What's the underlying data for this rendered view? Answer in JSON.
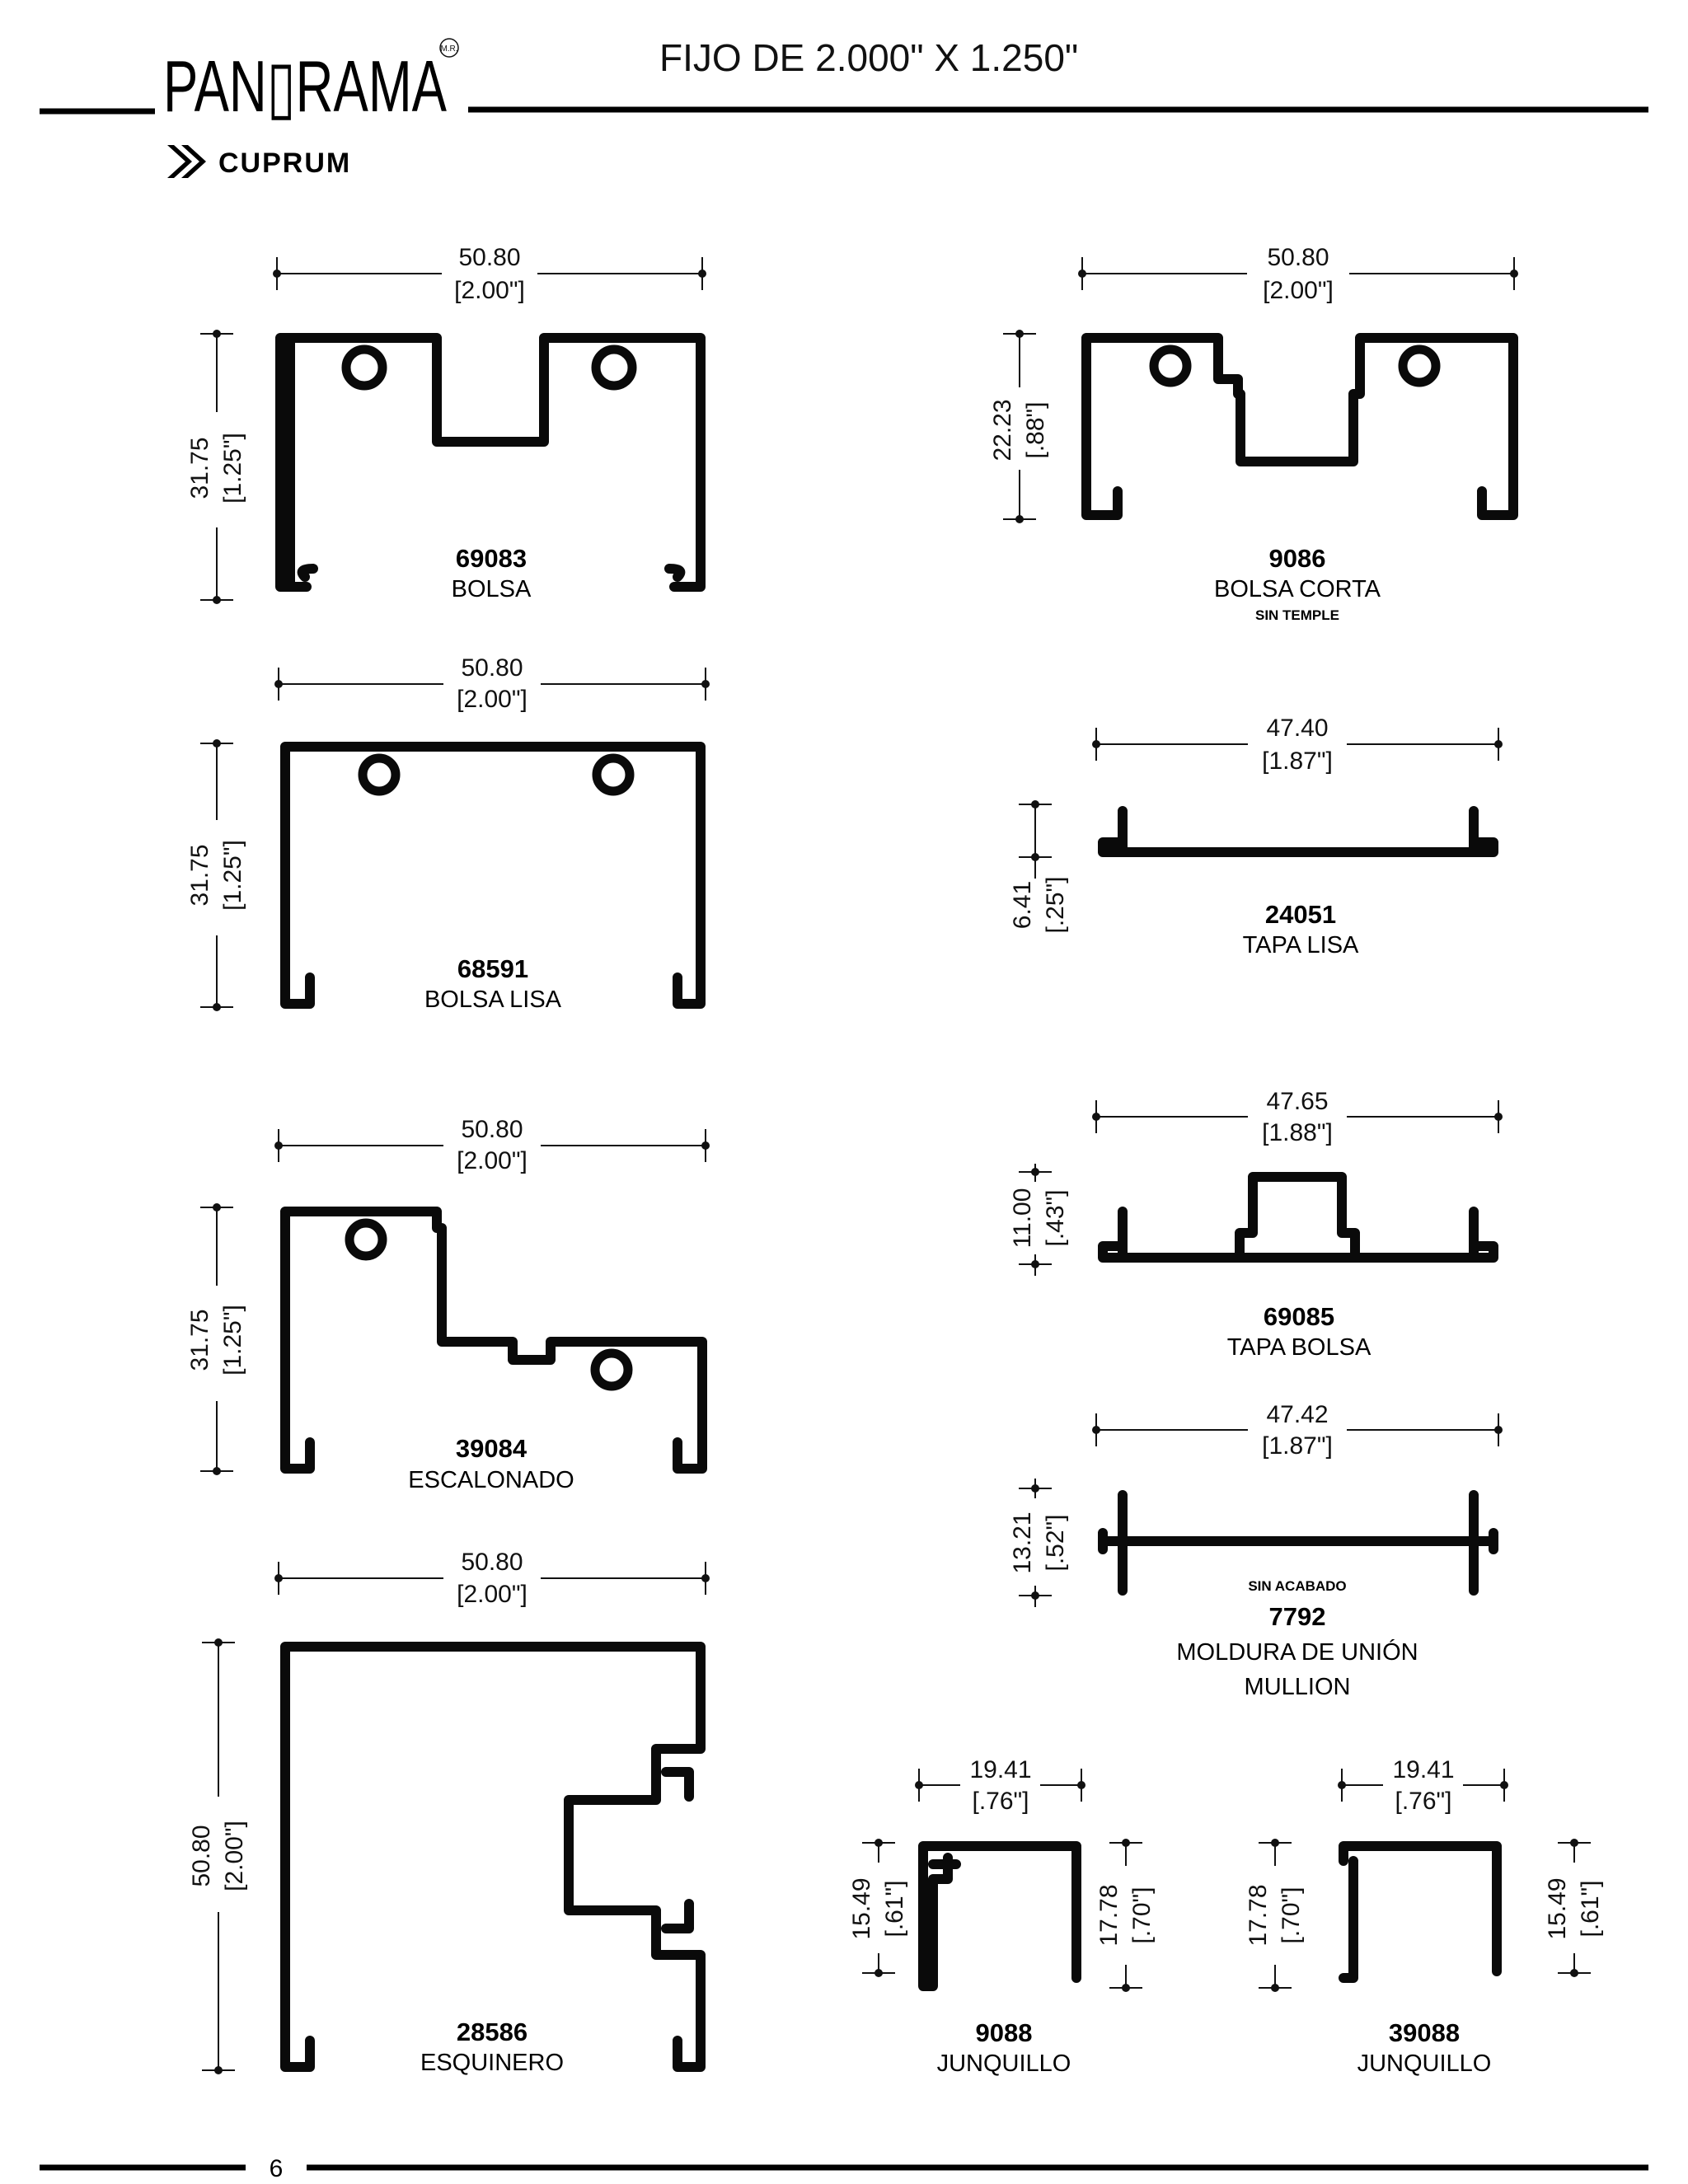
{
  "header": {
    "brand": "PAN▯RAMA",
    "brand_mark": "M.R.",
    "title": "FIJO DE 2.000\" X 1.250\"",
    "logo_text": "CUPRUM"
  },
  "profiles": [
    {
      "code": "69083",
      "name": "BOLSA",
      "width": "50.80",
      "width_in": "[2.00\"]",
      "height": "31.75",
      "height_in": "[1.25\"]"
    },
    {
      "code": "9086",
      "name": "BOLSA CORTA",
      "note": "SIN TEMPLE",
      "width": "50.80",
      "width_in": "[2.00\"]",
      "height": "22.23",
      "height_in": "[.88\"]"
    },
    {
      "code": "68591",
      "name": "BOLSA LISA",
      "width": "50.80",
      "width_in": "[2.00\"]",
      "height": "31.75",
      "height_in": "[1.25\"]"
    },
    {
      "code": "24051",
      "name": "TAPA LISA",
      "width": "47.40",
      "width_in": "[1.87\"]",
      "height": "6.41",
      "height_in": "[.25\"]"
    },
    {
      "code": "69085",
      "name": "TAPA BOLSA",
      "width": "47.65",
      "width_in": "[1.88\"]",
      "height": "11.00",
      "height_in": "[.43\"]"
    },
    {
      "code": "39084",
      "name": "ESCALONADO",
      "width": "50.80",
      "width_in": "[2.00\"]",
      "height": "31.75",
      "height_in": "[1.25\"]"
    },
    {
      "code": "7792",
      "name": "MOLDURA DE UNIÓN",
      "name2": "MULLION",
      "note": "SIN ACABADO",
      "width": "47.42",
      "width_in": "[1.87\"]",
      "height": "13.21",
      "height_in": "[.52\"]"
    },
    {
      "code": "28586",
      "name": "ESQUINERO",
      "width": "50.80",
      "width_in": "[2.00\"]",
      "height": "50.80",
      "height_in": "[2.00\"]"
    },
    {
      "code": "9088",
      "name": "JUNQUILLO",
      "width": "19.41",
      "width_in": "[.76\"]",
      "height": "15.49",
      "height_in": "[.61\"]",
      "height2": "17.78",
      "height2_in": "[.70\"]"
    },
    {
      "code": "39088",
      "name": "JUNQUILLO",
      "width": "19.41",
      "width_in": "[.76\"]",
      "height": "17.78",
      "height_in": "[.70\"]",
      "height2": "15.49",
      "height2_in": "[.61\"]"
    }
  ],
  "footer": {
    "page": "6"
  }
}
